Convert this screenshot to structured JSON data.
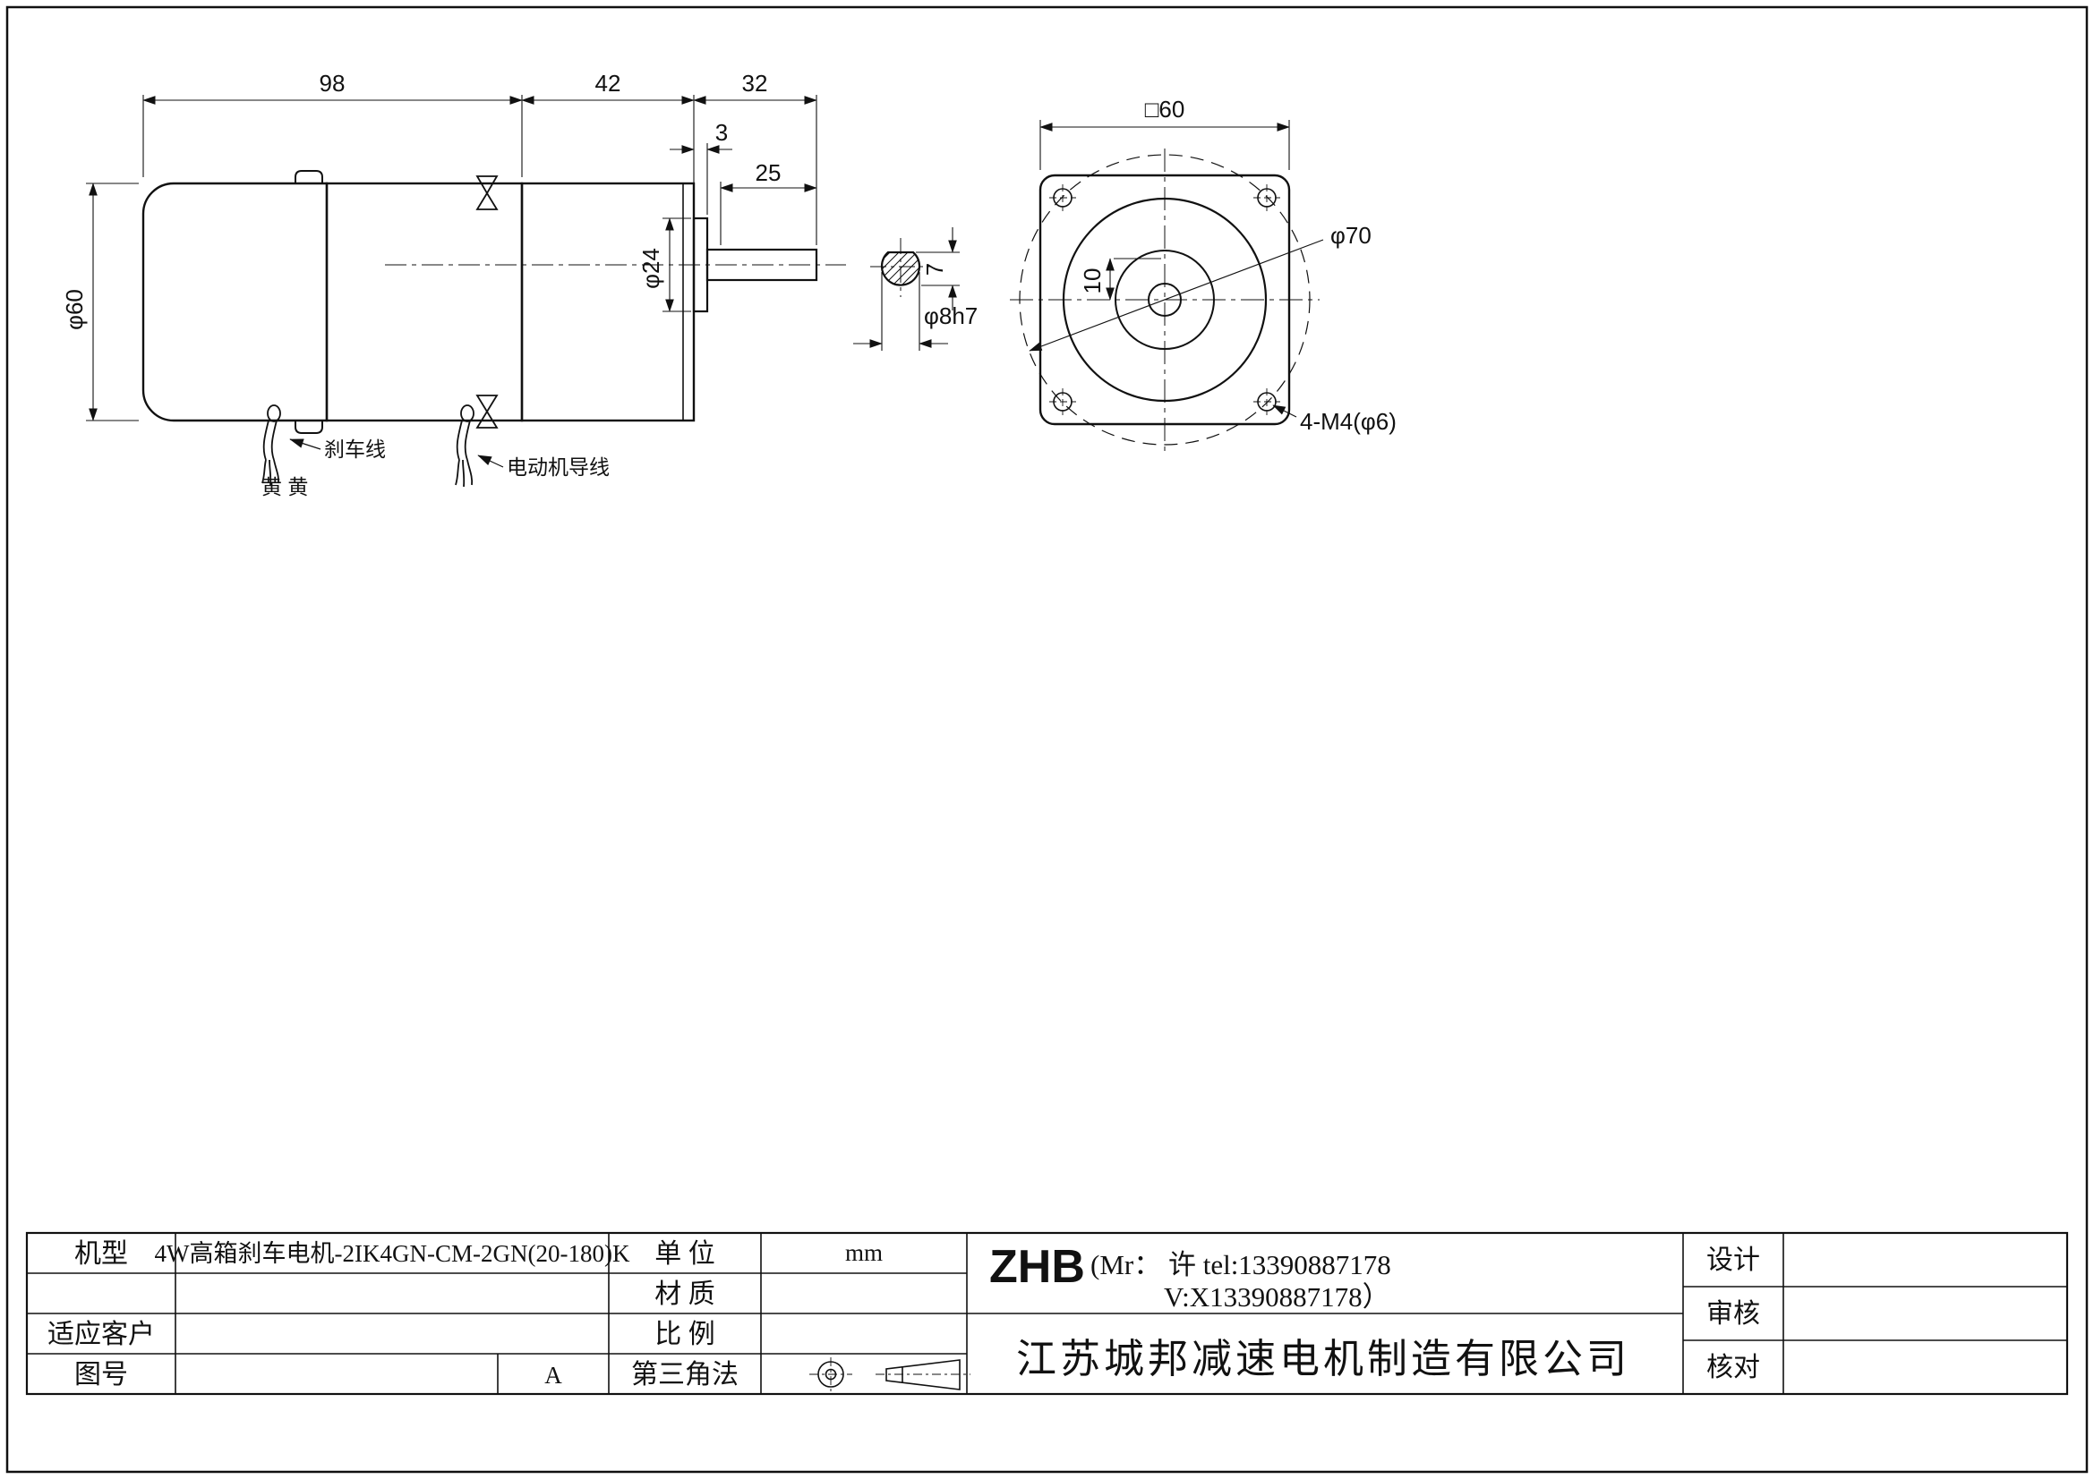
{
  "side_view": {
    "dims": {
      "d98": "98",
      "d42": "42",
      "d32": "32",
      "d3": "3",
      "d25": "25",
      "d60": "φ60",
      "d24": "φ24"
    },
    "labels": {
      "brake_wire": "刹车线",
      "motor_wire": "电动机导线",
      "yellow": "黄 黄"
    }
  },
  "shaft_section": {
    "dims": {
      "d7": "7",
      "d8h7": "φ8h7"
    }
  },
  "front_view": {
    "dims": {
      "sq60": "□60",
      "d70": "φ70",
      "d10": "10",
      "bolt": "4-M4(φ6)"
    }
  },
  "title_block": {
    "model_label": "机型",
    "model_value": "4W高箱刹车电机-2IK4GN-CM-2GN(20-180)K",
    "customer_label": "适应客户",
    "drawing_no_label": "图号",
    "revision": "A",
    "unit_label": "单  位",
    "unit_value": "mm",
    "material_label": "材  质",
    "scale_label": "比  例",
    "projection_label": "第三角法",
    "brand": "ZHB",
    "contact_line1": "(Mr： 许 tel:13390887178",
    "contact_line2": "V:X13390887178）",
    "company": "江苏城邦减速电机制造有限公司",
    "design_label": "设计",
    "review_label": "审核",
    "check_label": "核对"
  }
}
